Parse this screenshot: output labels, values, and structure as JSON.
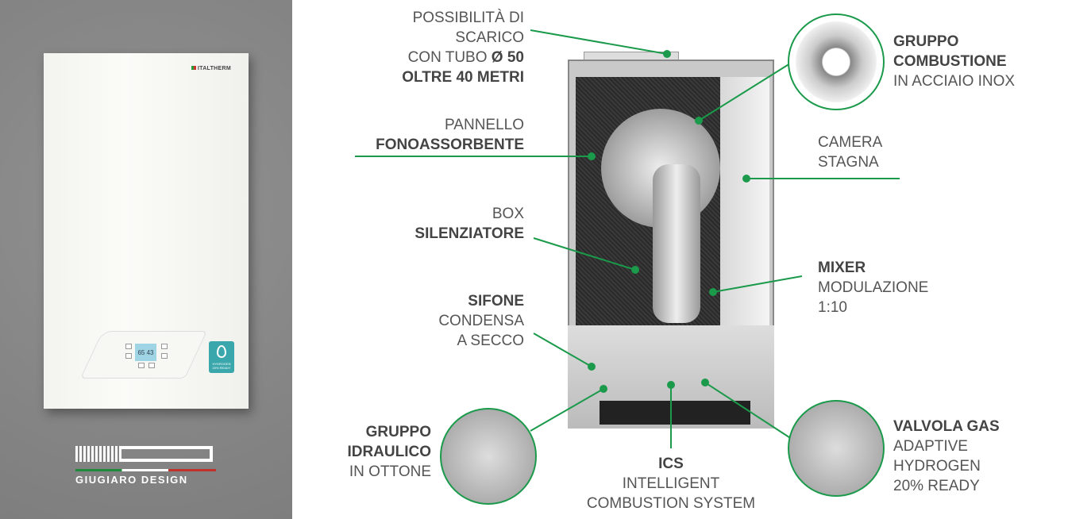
{
  "accent_color": "#1a9a4a",
  "product": {
    "brand": "ITALTHERM",
    "display_left": "65",
    "display_right": "43",
    "badge": "HYDROGEN 20% READY"
  },
  "design_logo": {
    "text": "GIUGIARO DESIGN"
  },
  "callouts": {
    "scarico": [
      "POSSIBILITÀ DI",
      "SCARICO",
      "CON TUBO ",
      "Ø 50",
      "OLTRE 40 METRI"
    ],
    "pannello": [
      "PANNELLO",
      "FONOASSORBENTE"
    ],
    "box": [
      "BOX",
      "SILENZIATORE"
    ],
    "sifone": [
      "SIFONE",
      "CONDENSA",
      "A SECCO"
    ],
    "idraulico": [
      "GRUPPO",
      "IDRAULICO",
      "IN OTTONE"
    ],
    "ics": [
      "ICS",
      "INTELLIGENT",
      "COMBUSTION SYSTEM"
    ],
    "valvola": [
      "VALVOLA GAS",
      "ADAPTIVE",
      "HYDROGEN",
      "20% READY"
    ],
    "mixer": [
      "MIXER",
      "MODULAZIONE",
      "1:10"
    ],
    "camera": [
      "CAMERA",
      "STAGNA"
    ],
    "combustione": [
      "GRUPPO",
      "COMBUSTIONE",
      "IN ACCIAIO INOX"
    ]
  }
}
